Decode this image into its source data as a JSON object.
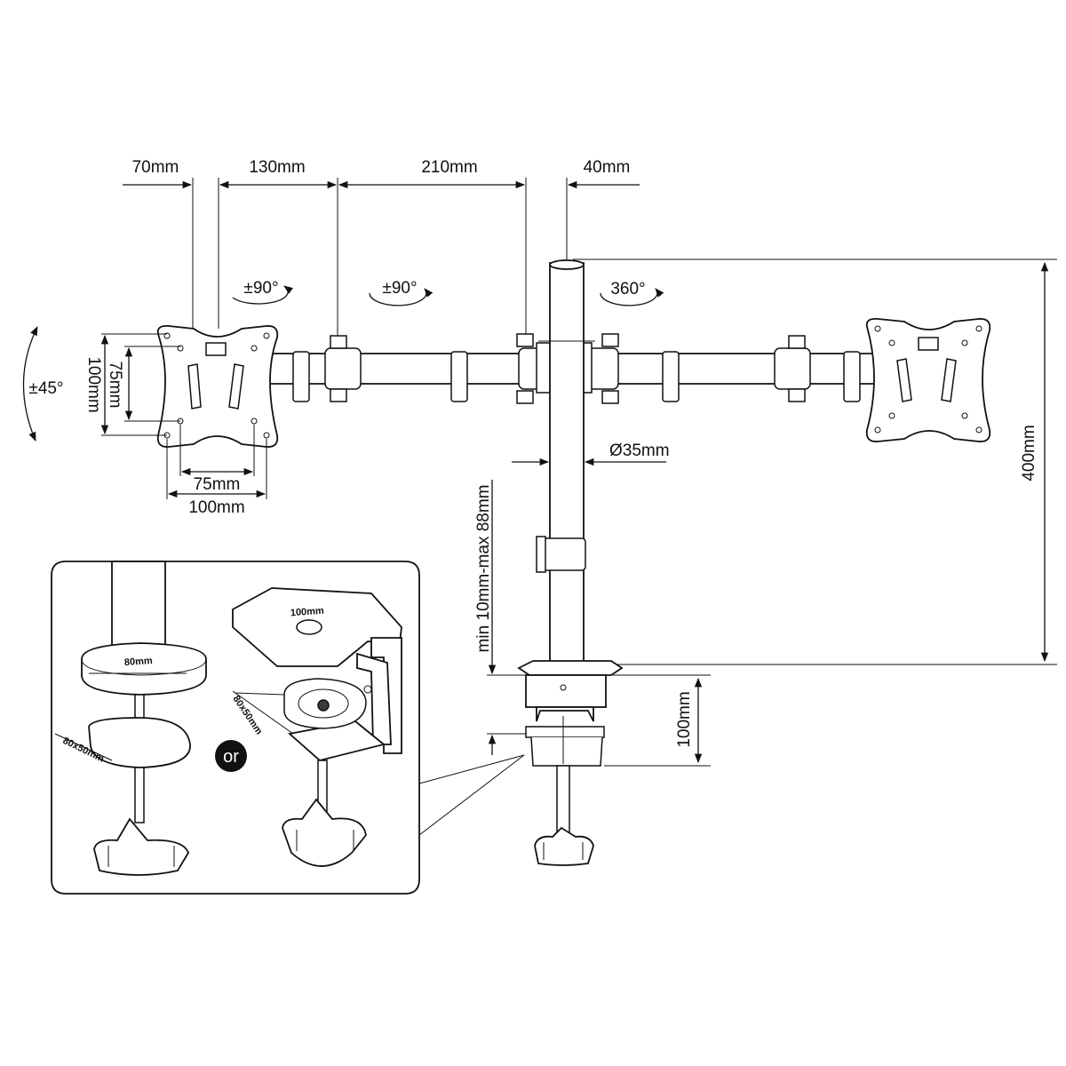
{
  "dimensions": {
    "d70": "70mm",
    "d130": "130mm",
    "d210": "210mm",
    "d40": "40mm",
    "rot_left": "±90°",
    "rot_mid": "±90°",
    "rot_pole": "360°",
    "tilt": "±45°",
    "vesa_h_100": "100mm",
    "vesa_h_75": "75mm",
    "vesa_w_75": "75mm",
    "vesa_w_100": "100mm",
    "pole_diameter": "Ø35mm",
    "height_400": "400mm",
    "desk_thickness": "min 10mm-max 88mm",
    "clamp_100": "100mm"
  },
  "inset": {
    "base_diameter": "80mm",
    "plate_left": "80x50mm",
    "or_label": "or",
    "clamp_top": "100mm",
    "plate_right": "80x50mm"
  },
  "colors": {
    "line": "#111111",
    "background": "#ffffff",
    "badge": "#111111"
  }
}
